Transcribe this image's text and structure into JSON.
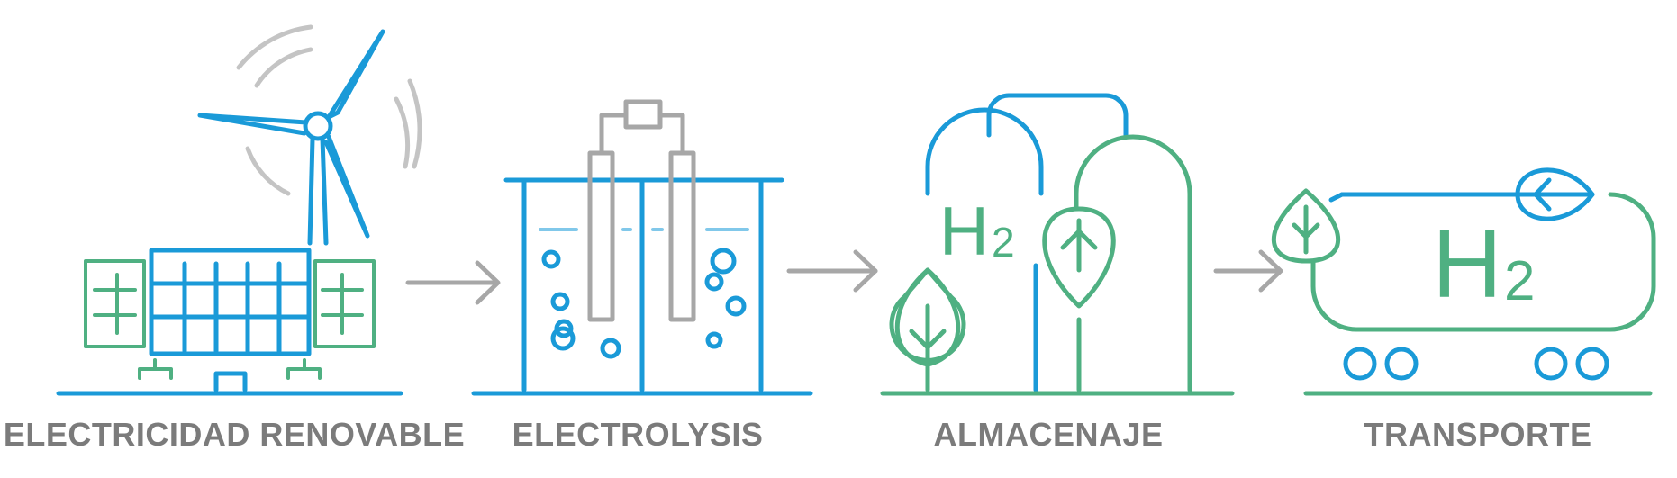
{
  "colors": {
    "blue": "#1a9ad8",
    "green": "#4fb082",
    "gray": "#a7a7a7",
    "label": "#7b7b7b"
  },
  "stages": [
    {
      "label": "ELECTRICIDAD RENOVABLE",
      "icon": "wind-turbine-solar-panel-icon"
    },
    {
      "label": "ELECTROLYSIS",
      "icon": "electrolyzer-icon"
    },
    {
      "label": "ALMACENAJE",
      "icon": "storage-tanks-icon"
    },
    {
      "label": "TRANSPORTE",
      "icon": "tank-wagon-icon"
    }
  ],
  "h2": {
    "letter": "H",
    "subscript": "2"
  }
}
